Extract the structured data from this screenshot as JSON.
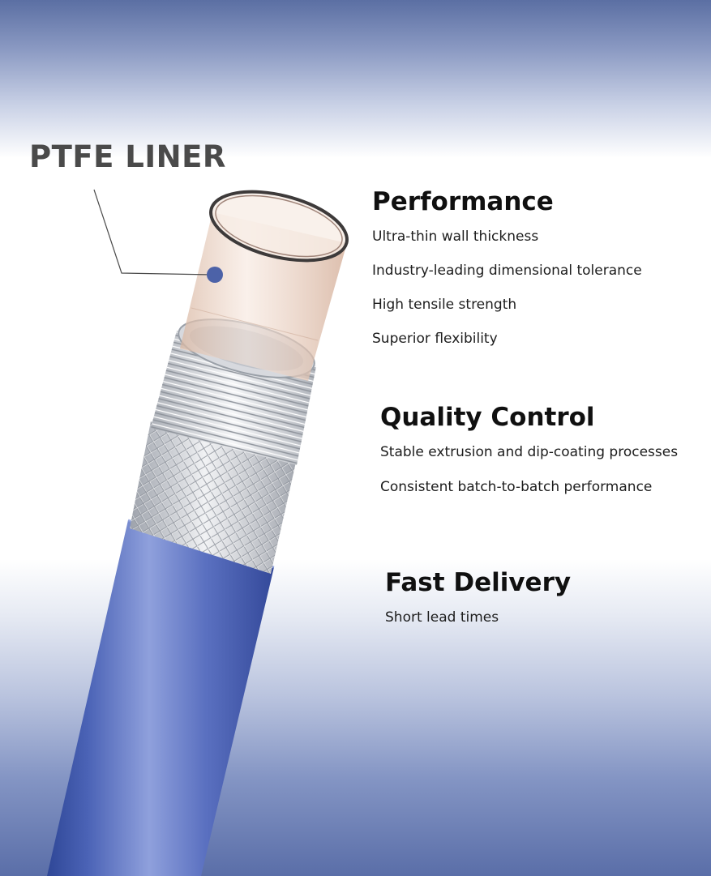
{
  "callout": {
    "title": "PTFE LINER"
  },
  "sections": {
    "performance": {
      "title": "Performance",
      "items": [
        "Ultra-thin wall thickness",
        "Industry-leading dimensional tolerance",
        "High tensile strength",
        "Superior flexibility"
      ]
    },
    "quality_control": {
      "title": "Quality Control",
      "items": [
        "Stable extrusion and dip-coating processes",
        "Consistent batch-to-batch performance"
      ]
    },
    "fast_delivery": {
      "title": "Fast Delivery",
      "items": [
        "Short lead times"
      ]
    }
  },
  "colors": {
    "jacket_blue": "#4a63b4",
    "background_blue": "#5b6fa3",
    "callout_dot": "#4c62a8",
    "liner_tint": "#e8c8b4",
    "coil_silver": "#c9ccd2"
  }
}
